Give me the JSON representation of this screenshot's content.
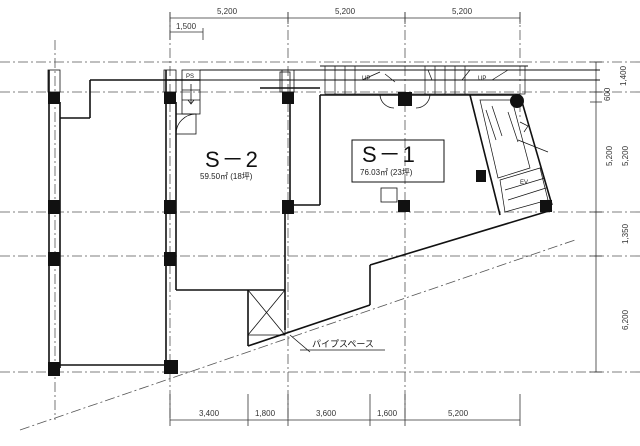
{
  "dimensions_top": {
    "d1": "1,500",
    "d2": "5,200",
    "d3": "5,200",
    "d4": "5,200"
  },
  "dimensions_right": {
    "r1": "1,400",
    "r2": "600",
    "r3": "5,200",
    "r4": "5,200",
    "r5": "1,350",
    "r6": "6,200"
  },
  "dimensions_bottom": {
    "b1": "3,400",
    "b2": "1,800",
    "b3": "3,600",
    "b4": "1,600",
    "b5": "5,200"
  },
  "units": {
    "s2": {
      "name": "S－2",
      "area": "59.50㎡ (18坪)"
    },
    "s1": {
      "name": "S－1",
      "area": "76.03㎡ (23坪)"
    }
  },
  "labels": {
    "pipe_space": "パイプスペース",
    "up1": "UP",
    "up2": "UP",
    "ps": "PS",
    "ev": "EV"
  }
}
